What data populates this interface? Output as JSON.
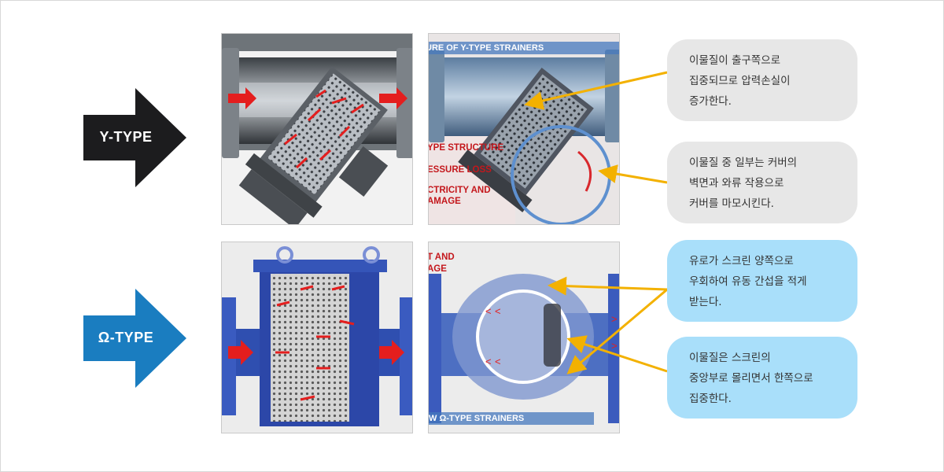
{
  "labels": {
    "y_type": "Y-TYPE",
    "omega_type": "Ω-TYPE"
  },
  "panel_text": {
    "y_title": "URE OF Y-TYPE STRAINERS",
    "y_structure": "YPE STRUCTURE",
    "y_pressure": "ESSURE LOSS",
    "y_electricity_1": "CTRICITY AND",
    "y_electricity_2": "AMAGE",
    "o_red_1": "T AND",
    "o_red_2": "AGE",
    "o_bottom": "W Ω-TYPE STRAINERS"
  },
  "bubbles": [
    {
      "lines": [
        "이물질이 출구쪽으로",
        "집중되므로 압력손실이",
        "증가한다."
      ]
    },
    {
      "lines": [
        "이물질 중 일부는 커버의",
        "벽면과 와류 작용으로",
        "커버를 마모시킨다."
      ]
    },
    {
      "lines": [
        "유로가 스크린 양쪽으로",
        "우회하여 유동 간섭을 적게",
        "받는다."
      ]
    },
    {
      "lines": [
        "이물질은 스크린의",
        "중앙부로 몰리면서 한쪽으로",
        "집중한다."
      ]
    }
  ],
  "colors": {
    "y_arrow": "#1c1c1e",
    "omega_arrow": "#1a7dc0",
    "callout_line": "#f3b100",
    "bubble_gray": "#e7e7e7",
    "bubble_blue": "#a9dffa",
    "flow_arrow": "#e41e1e"
  }
}
